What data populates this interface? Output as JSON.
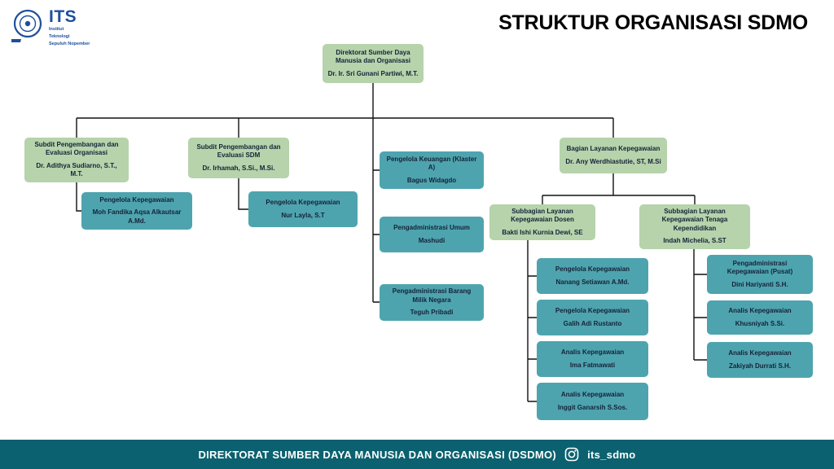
{
  "header": {
    "title": "STRUKTUR ORGANISASI SDMO"
  },
  "logo": {
    "acronym": "ITS",
    "lines": [
      "Institut",
      "Teknologi",
      "Sepuluh Nopember"
    ]
  },
  "colors": {
    "green_box": "#b6d3ab",
    "teal_box": "#4ea4ae",
    "footer_bar": "#0b616f",
    "line": "#111111",
    "logo_blue": "#1d4f9e"
  },
  "org": {
    "nodes": {
      "root": {
        "role": "Direktorat Sumber Daya Manusia dan Organisasi",
        "person": "Dr. Ir. Sri Gunani Partiwi, M.T."
      },
      "subdit_org": {
        "role": "Subdit Pengembangan dan Evaluasi Organisasi",
        "person": "Dr. Adithya Sudiarno, S.T., M.T."
      },
      "subdit_sdm": {
        "role": "Subdit Pengembangan dan Evaluasi SDM",
        "person": "Dr. Irhamah, S.Si., M.Si."
      },
      "keuangan": {
        "role": "Pengelola Keuangan (Klaster A)",
        "person": "Bagus Widagdo"
      },
      "adm_umum": {
        "role": "Pengadministrasi Umum",
        "person": "Mashudi"
      },
      "adm_bmn": {
        "role": "Pengadministrasi Barang Milik Negara",
        "person": "Teguh Pribadi"
      },
      "bagian_layanan": {
        "role": "Bagian Layanan Kepegawaian",
        "person": "Dr. Any Werdhiastutie, ST, M.Si"
      },
      "peg_org": {
        "role": "Pengelola Kepegawaian",
        "person": "Moh Fandika Aqsa Alkautsar A.Md."
      },
      "peg_sdm": {
        "role": "Pengelola Kepegawaian",
        "person": "Nur Layla, S.T"
      },
      "subbag_dosen": {
        "role": "Subbagian Layanan Kepegawaian Dosen",
        "person": "Bakti Ishi Kurnia Dewi, SE"
      },
      "subbag_tendik": {
        "role": "Subbagian Layanan Kepegawaian Tenaga Kependidikan",
        "person": "Indah Michelia, S.ST"
      },
      "dosen_1": {
        "role": "Pengelola Kepegawaian",
        "person": "Nanang Setiawan A.Md."
      },
      "dosen_2": {
        "role": "Pengelola Kepegawaian",
        "person": "Galih Adi Rustanto"
      },
      "dosen_3": {
        "role": "Analis Kepegawaian",
        "person": "Ima Fatmawati"
      },
      "dosen_4": {
        "role": "Analis Kepegawaian",
        "person": "Inggit Ganarsih S.Sos."
      },
      "tendik_1": {
        "role": "Pengadministrasi Kepegawaian (Pusat)",
        "person": "Dini Hariyanti S.H."
      },
      "tendik_2": {
        "role": "Analis Kepegawaian",
        "person": "Khusniyah S.Si."
      },
      "tendik_3": {
        "role": "Analis Kepegawaian",
        "person": "Zakiyah Durrati S.H."
      }
    }
  },
  "footer": {
    "text": "DIREKTORAT SUMBER DAYA MANUSIA DAN ORGANISASI (DSDMO)",
    "instagram_handle": "its_sdmo"
  }
}
